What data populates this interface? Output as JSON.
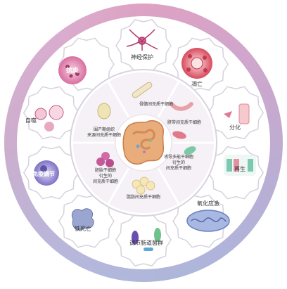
{
  "colors": {
    "ring_top": "#e4a3bd",
    "ring_right": "#b8a9d6",
    "ring_bottom": "#8fb9d6",
    "ring_left": "#d58fb1",
    "gear_fill": "#ffffff",
    "gear_stroke": "#d8d8e0",
    "inner_fill": "#f3eef4",
    "inner_ring": "#d9d2e0",
    "gut": "#e4a76a"
  },
  "outer_labels": {
    "neuro": "神经保护",
    "inflammation": "抗炎",
    "apoptosis": "凋亡",
    "autophagy": "自噬",
    "differentiation": "分化",
    "immune": "免疫调节",
    "regeneration": "再生",
    "ferroptosis": "铁死亡",
    "oxidative": "氧化应激",
    "microbiota": "调节肠道菌群"
  },
  "inner_sources": {
    "bone_marrow": "骨髓间充质干细胞",
    "umbilical": "脐带间充质干细胞",
    "ipsc_line1": "诱导多能干细胞",
    "ipsc_line2": "衍生的",
    "ipsc_line3": "间充质干细胞",
    "adipose": "脂肪间充质干细胞",
    "embryonic_line1": "胚胎干细胞",
    "embryonic_line2": "衍生的",
    "embryonic_line3": "间充质干细胞",
    "perinatal_line1": "围产期组织",
    "perinatal_line2": "来源间充质干细胞"
  }
}
